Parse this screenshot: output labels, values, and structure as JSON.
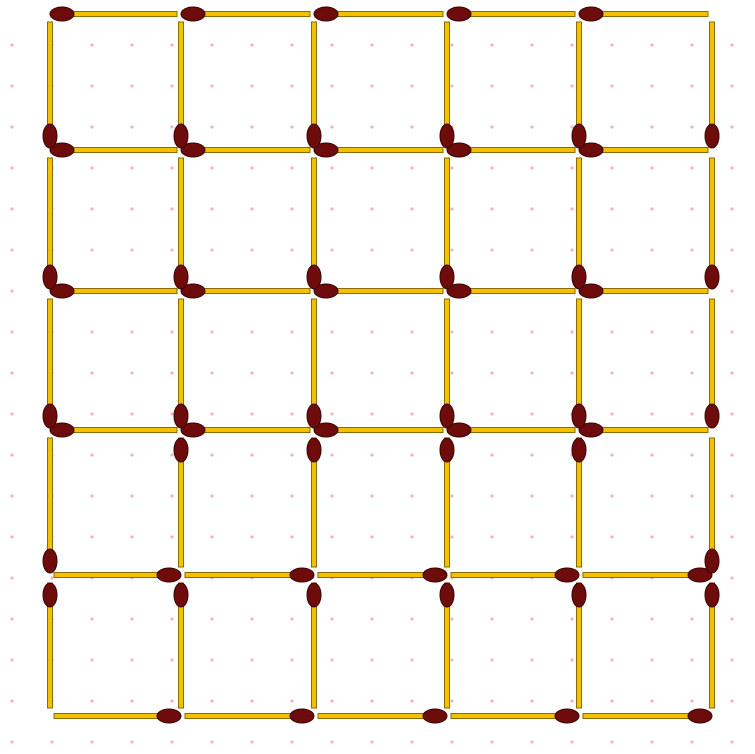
{
  "puzzle": {
    "type": "matchstick-grid",
    "rows": 5,
    "cols": 5,
    "matchstick_count": 60,
    "colors": {
      "stick_fill": "#F2C200",
      "stick_outline": "#8A6B00",
      "head_fill": "#6E0B0B",
      "head_outline": "#3A0505",
      "grid_dot": "#F0B8B8",
      "background": "#FFFFFF"
    },
    "icons": {
      "matchstick": "matchstick-icon",
      "match_head": "match-head-icon",
      "grid_dot": "grid-dot-icon"
    }
  }
}
